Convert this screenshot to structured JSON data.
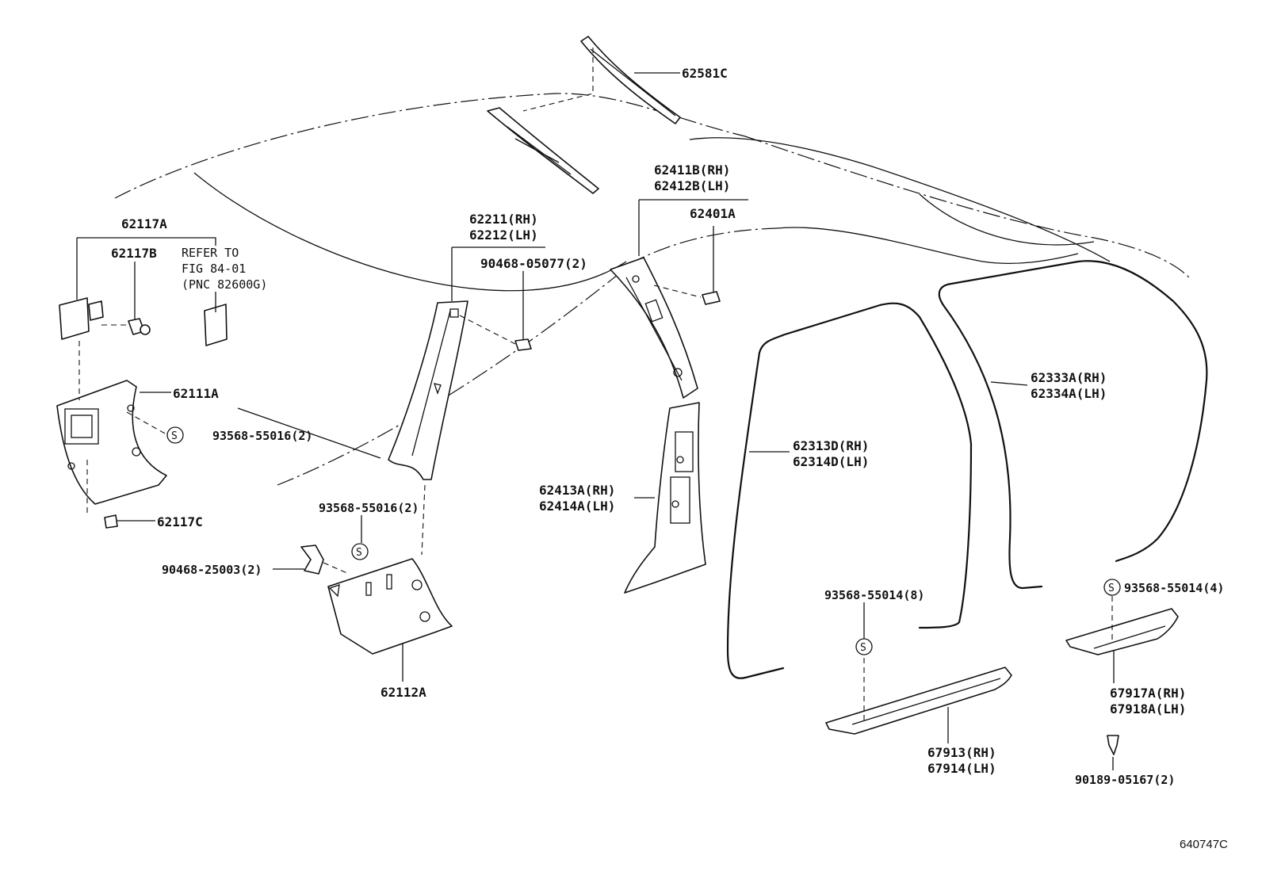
{
  "labels": {
    "p62581C": "62581C",
    "p62411B": "62411B(RH)",
    "p62412B": "62412B(LH)",
    "p62401A": "62401A",
    "p62211": "62211(RH)",
    "p62212": "62212(LH)",
    "p90468_05077": "90468-05077(2)",
    "p62117A": "62117A",
    "p62117B": "62117B",
    "refer1": "REFER TO",
    "refer2": "FIG 84-01",
    "refer3": "(PNC 82600G)",
    "p62111A": "62111A",
    "p93568_55016a": "93568-55016(2)",
    "p62117C": "62117C",
    "p93568_55016b": "93568-55016(2)",
    "p90468_25003": "90468-25003(2)",
    "p62112A": "62112A",
    "p62413A": "62413A(RH)",
    "p62414A": "62414A(LH)",
    "p62313D": "62313D(RH)",
    "p62314D": "62314D(LH)",
    "p62333A": "62333A(RH)",
    "p62334A": "62334A(LH)",
    "p93568_55014a": "93568-55014(8)",
    "p93568_55014b": "93568-55014(4)",
    "p67917A": "67917A(RH)",
    "p67918A": "67918A(LH)",
    "p67913": "67913(RH)",
    "p67914": "67914(LH)",
    "p90189_05167": "90189-05167(2)",
    "s_symbol": "S",
    "figure_number": "640747C"
  }
}
